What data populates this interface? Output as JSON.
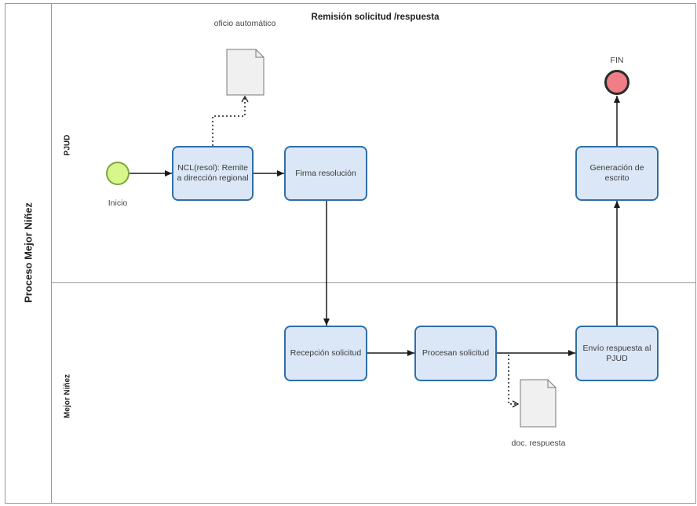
{
  "diagram": {
    "title": "Remisión solicitud /respuesta",
    "pool": "Proceso Mejor Niñez",
    "lanes": {
      "top": "PJUD",
      "bottom": "Mejor Niñez"
    },
    "events": {
      "start": "Inicio",
      "end": "FIN"
    },
    "tasks": {
      "ncl": "NCL(resol): Remite a dirección regional",
      "firma": "Firma resolución",
      "generacion": "Generación de escrito",
      "recepcion": "Recepción solicitud",
      "procesan": "Procesan solicitud",
      "envio": "Envío respuesta al PJUD"
    },
    "documents": {
      "oficio": "oficio automático",
      "respuesta": "doc. respuesta"
    },
    "colors": {
      "task_fill": "#dbe7f6",
      "task_border": "#2f6ea8",
      "start_fill": "#d7f78a",
      "start_border": "#7aa73c",
      "end_fill": "#ef7e86",
      "end_border": "#2b2b2b",
      "doc_fill": "#f0f0f0"
    }
  }
}
